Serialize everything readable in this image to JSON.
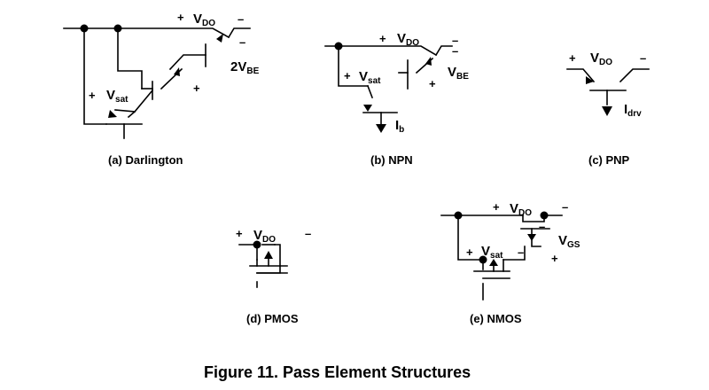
{
  "figure_title": "Figure 11.  Pass Element Structures",
  "signs": {
    "plus": "+",
    "minus": "–"
  },
  "labels": {
    "v_main": "V",
    "sub_do": "DO",
    "sub_sat": "sat",
    "sub_be": "BE",
    "sub_b": "b",
    "sub_drv": "drv",
    "sub_gs": "GS",
    "two_vbe_prefix": "2V",
    "i_main": "I"
  },
  "captions": {
    "a": "(a) Darlington",
    "b": "(b) NPN",
    "c": "(c) PNP",
    "d": "(d) PMOS",
    "e": "(e) NMOS"
  }
}
